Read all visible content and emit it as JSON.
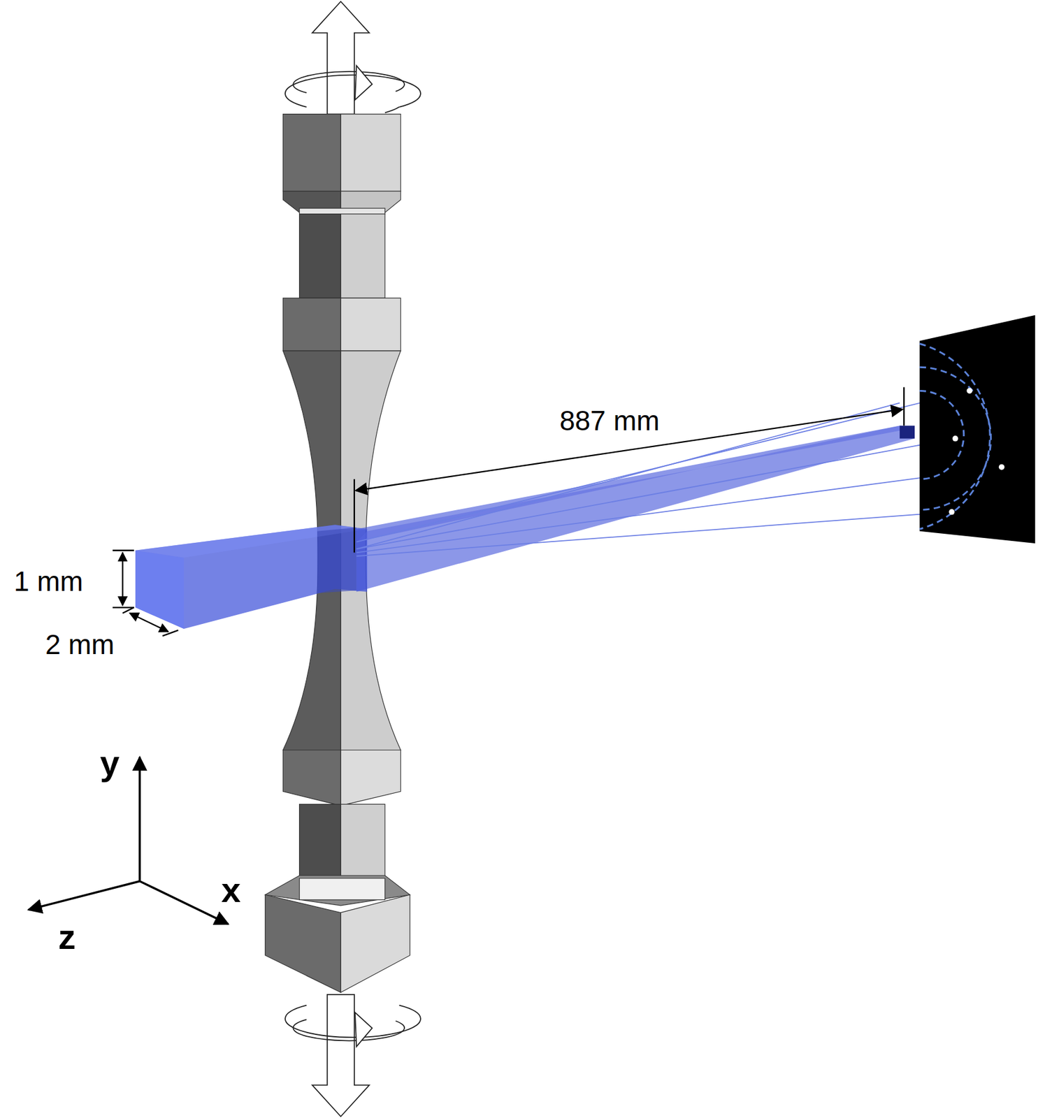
{
  "diagram": {
    "labels": [
      "887 mm",
      "1 mm",
      "2 mm",
      "y",
      "x",
      "z"
    ]
  }
}
